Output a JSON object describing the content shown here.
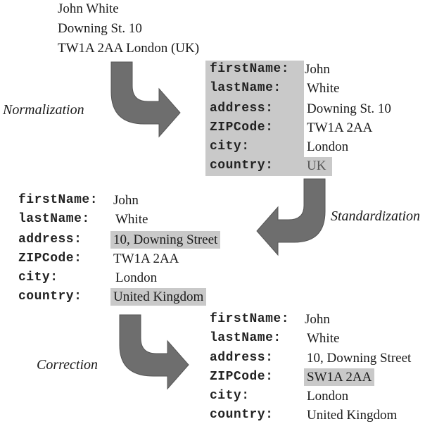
{
  "raw_address": [
    "John White",
    "Downing St. 10",
    "TW1A 2AA London (UK)"
  ],
  "steps": {
    "normalization": "Normalization",
    "standardization": "Standardization",
    "correction": "Correction"
  },
  "record_normalized": {
    "rows": [
      {
        "key": "firstName:",
        "value": "John"
      },
      {
        "key": "lastName:",
        "value": "White"
      },
      {
        "key": "address:",
        "value": "Downing St. 10"
      },
      {
        "key": "ZIPCode:",
        "value": "TW1A 2AA"
      },
      {
        "key": "city:",
        "value": "London"
      },
      {
        "key": "country:",
        "value": "UK"
      }
    ]
  },
  "record_standardized": {
    "rows": [
      {
        "key": "firstName:",
        "value": "John"
      },
      {
        "key": "lastName:",
        "value": "White"
      },
      {
        "key": "address:",
        "value": "10, Downing Street",
        "highlighted": true
      },
      {
        "key": "ZIPCode:",
        "value": "TW1A 2AA"
      },
      {
        "key": "city:",
        "value": "London"
      },
      {
        "key": "country:",
        "value": "United Kingdom",
        "highlighted": true
      }
    ]
  },
  "record_corrected": {
    "rows": [
      {
        "key": "firstName:",
        "value": "John"
      },
      {
        "key": "lastName:",
        "value": "White"
      },
      {
        "key": "address:",
        "value": "10, Downing Street"
      },
      {
        "key": "ZIPCode:",
        "value": "SW1A 2AA",
        "highlighted": true
      },
      {
        "key": "city:",
        "value": "London"
      },
      {
        "key": "country:",
        "value": "United Kingdom"
      }
    ]
  },
  "colors": {
    "highlight": "#c9c9c9",
    "arrow": "#6e6e6e",
    "text": "#1a1a1a"
  }
}
